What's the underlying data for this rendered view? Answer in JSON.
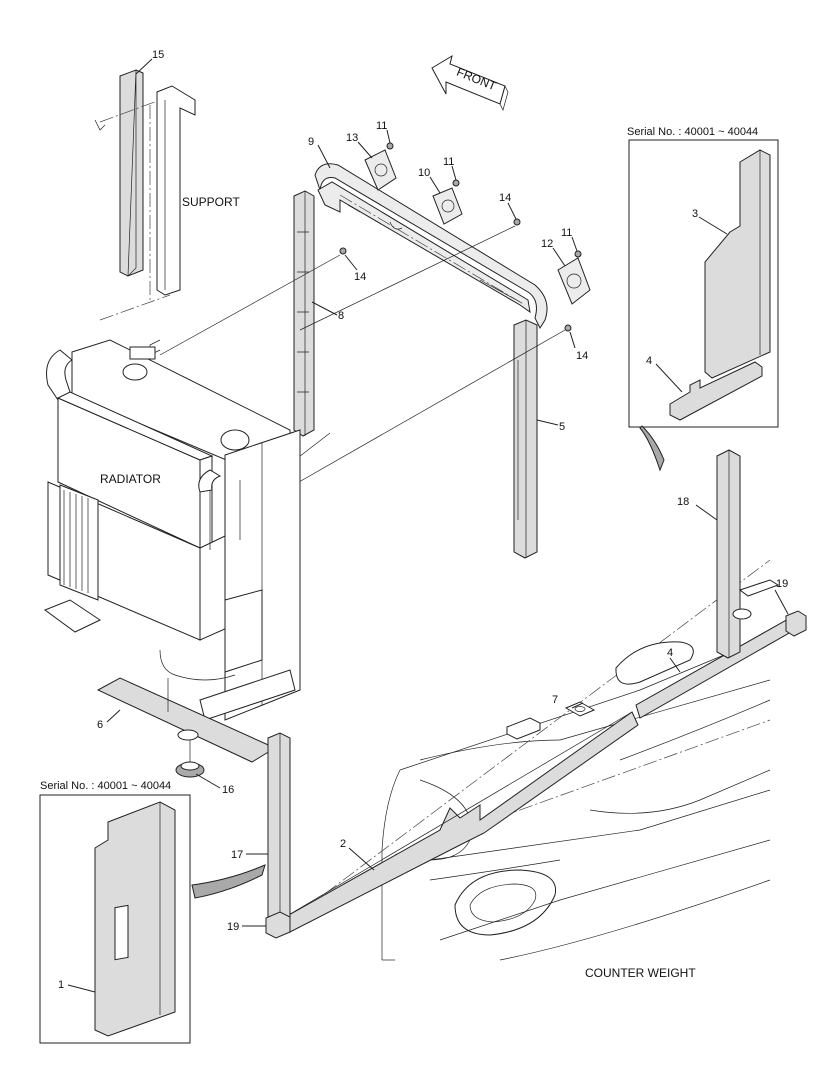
{
  "labels": {
    "front": "FRONT",
    "support": "SUPPORT",
    "radiator": "RADIATOR",
    "counter_weight": "COUNTER WEIGHT",
    "serial_top": "Serial No. : 40001 ~ 40044",
    "serial_bottom": "Serial No. : 40001 ~ 40044"
  },
  "callouts": {
    "p1": "1",
    "p2": "2",
    "p3": "3",
    "p4a": "4",
    "p4b": "4",
    "p5": "5",
    "p6": "6",
    "p7": "7",
    "p8": "8",
    "p9": "9",
    "p10": "10",
    "p11a": "11",
    "p11b": "11",
    "p11c": "11",
    "p12": "12",
    "p13": "13",
    "p14a": "14",
    "p14b": "14",
    "p14c": "14",
    "p15": "15",
    "p16": "16",
    "p17": "17",
    "p18": "18",
    "p19a": "19",
    "p19b": "19"
  },
  "colors": {
    "part_fill": "#dcdcdc",
    "line": "#222222",
    "background": "#ffffff"
  }
}
